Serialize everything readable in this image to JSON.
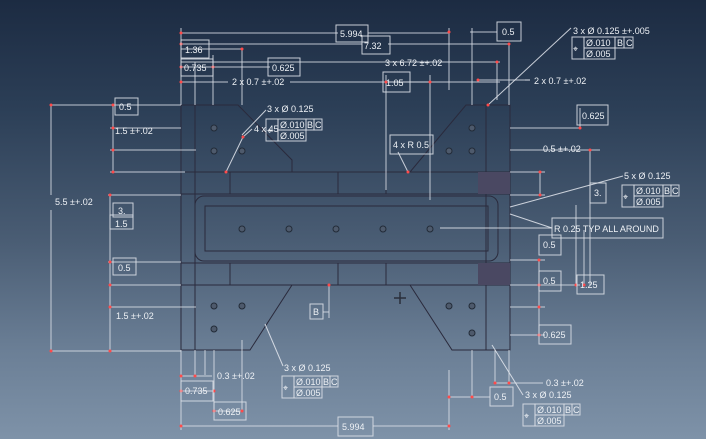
{
  "viewport": {
    "background_top": "#1c2b42",
    "background_bottom": "#7e92a8",
    "part_color": "#a9a6d6",
    "part_shade": "#7f7ca8",
    "dimension_color": "#d9dee6",
    "point_color": "#ff4a4a"
  },
  "dimensions": {
    "top_5994": "5.994",
    "top_732": "7.32",
    "top_05": "0.5",
    "top_136": "1.36",
    "top_0735": "0.735",
    "top_0625": "0.625",
    "top_2x07": "2 x  0.7 ±+.02",
    "top_3x672": "3 x  6.72 ±+.02",
    "top_105": "1.05",
    "right_2x07": "2 x  0.7 ±+.02",
    "left_05_top": "0.5",
    "left_15_top": "1.5 ±+.02",
    "left_55": "5.5 ±+.02",
    "left_3": "3.",
    "left_15_mid": "1.5",
    "left_05_mid": "0.5",
    "left_15_bot": "1.5 ±+.02",
    "right_0625_top": "0.625",
    "right_05_tol": "0.5 ±+.02",
    "right_3": "3.",
    "right_05_a": "0.5",
    "right_05_b": "0.5",
    "right_125": "1.25",
    "right_0625_bot": "0.625",
    "bot_03": "0.3 ±+.02",
    "bot_0735": "0.735",
    "bot_0625": "0.625",
    "bot_5994": "5.994",
    "bot_05": "0.5",
    "bot_right_03": "0.3 ±+.02"
  },
  "callouts": {
    "top_right_holes": "3 x Ø  0.125 ±+.005",
    "top_left_holes": "3 x Ø  0.125",
    "chamfer": "4 x 45",
    "fillet": "4 x R 0.5",
    "side_holes": "5 x Ø  0.125",
    "fillet_all": "R 0.25 TYP ALL AROUND",
    "bot_left_holes": "3 x Ø  0.125",
    "bot_right_holes": "3 x Ø  0.125",
    "datum_b": "B"
  },
  "fcf": {
    "symbol": "⌖",
    "row1": "Ø.010",
    "datum1": "B",
    "datum2": "C",
    "row2": "Ø.005"
  }
}
